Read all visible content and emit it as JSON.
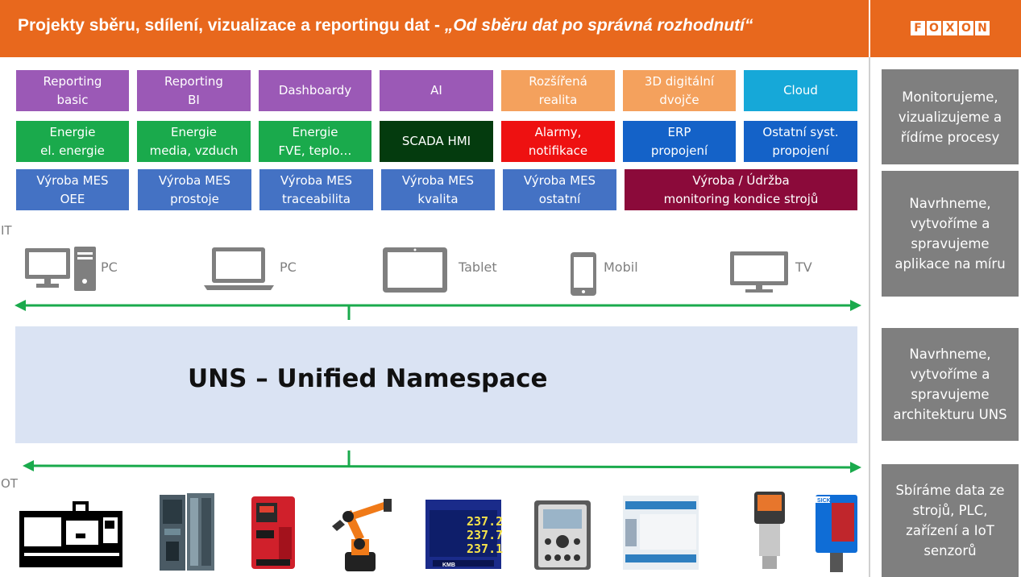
{
  "header": {
    "title_plain": "Projekty sběru, sdílení, vizualizace a reportingu dat - ",
    "title_italic": "„Od sběru dat po správná rozhodnutí“",
    "logo_letters": [
      "F",
      "O",
      "X",
      "O",
      "N"
    ],
    "color": "#e8681d"
  },
  "tiles": {
    "row1": [
      {
        "label": "Reporting\nbasic",
        "color": "#9b59b6"
      },
      {
        "label": "Reporting\nBI",
        "color": "#9b59b6"
      },
      {
        "label": "Dashboardy",
        "color": "#9b59b6"
      },
      {
        "label": "AI",
        "color": "#9b59b6"
      },
      {
        "label": "Rozšířená\nrealita",
        "color": "#f4a15d"
      },
      {
        "label": "3D digitální\ndvojče",
        "color": "#f4a15d"
      },
      {
        "label": "Cloud",
        "color": "#16a8d8"
      }
    ],
    "row2": [
      {
        "label": "Energie\nel. energie",
        "color": "#1aaa4c"
      },
      {
        "label": "Energie\nmedia,  vzduch",
        "color": "#1aaa4c"
      },
      {
        "label": "Energie\nFVE, teplo…",
        "color": "#1aaa4c"
      },
      {
        "label": "SCADA HMI",
        "color": "#043b0e"
      },
      {
        "label": "Alarmy,\nnotifikace",
        "color": "#ee1111"
      },
      {
        "label": "ERP\npropojení",
        "color": "#1462c8"
      },
      {
        "label": "Ostatní syst.\npropojení",
        "color": "#1462c8"
      }
    ],
    "row3": [
      {
        "label": "Výroba MES\nOEE",
        "color": "#4472c4"
      },
      {
        "label": "Výroba MES\nprostoje",
        "color": "#4472c4"
      },
      {
        "label": "Výroba MES\ntraceabilita",
        "color": "#4472c4"
      },
      {
        "label": "Výroba MES\nkvalita",
        "color": "#4472c4"
      },
      {
        "label": "Výroba MES\nostatní",
        "color": "#4472c4"
      },
      {
        "label": "Výroba / Údržba\nmonitoring  kondice strojů",
        "color": "#8b0a3a"
      }
    ]
  },
  "layers": {
    "it": "IT",
    "ot": "OT"
  },
  "devices": [
    {
      "icon": "desktop-pc-icon",
      "label": "PC"
    },
    {
      "icon": "laptop-icon",
      "label": "PC"
    },
    {
      "icon": "tablet-icon",
      "label": "Tablet"
    },
    {
      "icon": "mobile-icon",
      "label": "Mobil"
    },
    {
      "icon": "tv-icon",
      "label": "TV"
    }
  ],
  "uns": {
    "label": "UNS – Unified Namespace",
    "color": "#dae3f3"
  },
  "arrow_color": "#1aaa4c",
  "side_boxes": [
    {
      "text": "Monitorujeme,\nvizualizujeme a\nřídíme procesy"
    },
    {
      "text": "Navrhneme,\nvytvoříme a\nspravujeme\naplikace na míru"
    },
    {
      "text": "Navrhneme,\nvytvoříme a\nspravujeme\narchitekturu UNS"
    },
    {
      "text": "Sbíráme data ze\nstrojů, PLC,\nzařízení a IoT\nsenzorů"
    }
  ],
  "ot_devices": [
    {
      "icon": "cnc-machine-icon"
    },
    {
      "icon": "plc-icon"
    },
    {
      "icon": "frequency-inverter-icon"
    },
    {
      "icon": "industrial-robot-icon"
    },
    {
      "icon": "power-meter-icon",
      "readings": [
        "237.2",
        "237.7",
        "237.1"
      ],
      "brand": "KMB"
    },
    {
      "icon": "hmi-terminal-icon"
    },
    {
      "icon": "io-module-icon"
    },
    {
      "icon": "pressure-sensor-icon"
    },
    {
      "icon": "photoelectric-sensor-icon",
      "brand": "SICK"
    }
  ]
}
